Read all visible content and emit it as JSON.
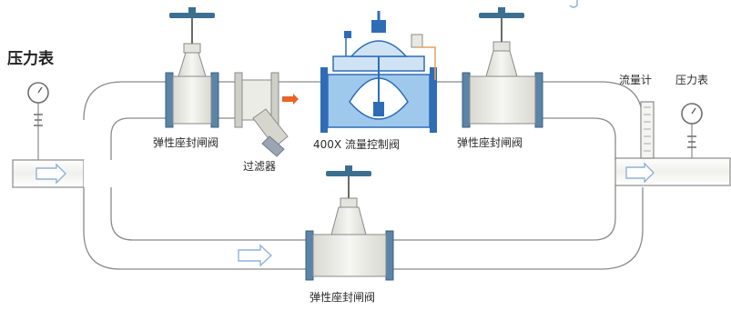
{
  "labels": {
    "pressure_gauge_left": "压力表",
    "gate_valve_left": "弹性座封闸阀",
    "strainer": "过滤器",
    "flow_control_valve": "400X 流量控制阀",
    "gate_valve_right": "弹性座封闸阀",
    "flow_meter": "流量计",
    "pressure_gauge_right": "压力表",
    "gate_valve_bypass": "弹性座封闸阀"
  },
  "colors": {
    "pipe_stroke": "#8a8a8a",
    "valve_fill": "#e8e8e2",
    "control_valve_blue": "#2e6db6",
    "control_valve_light": "#9ec8ec",
    "handwheel": "#3c6f8f",
    "arrow": "#8fb4d8",
    "strainer_arrow": "#e8642a"
  }
}
